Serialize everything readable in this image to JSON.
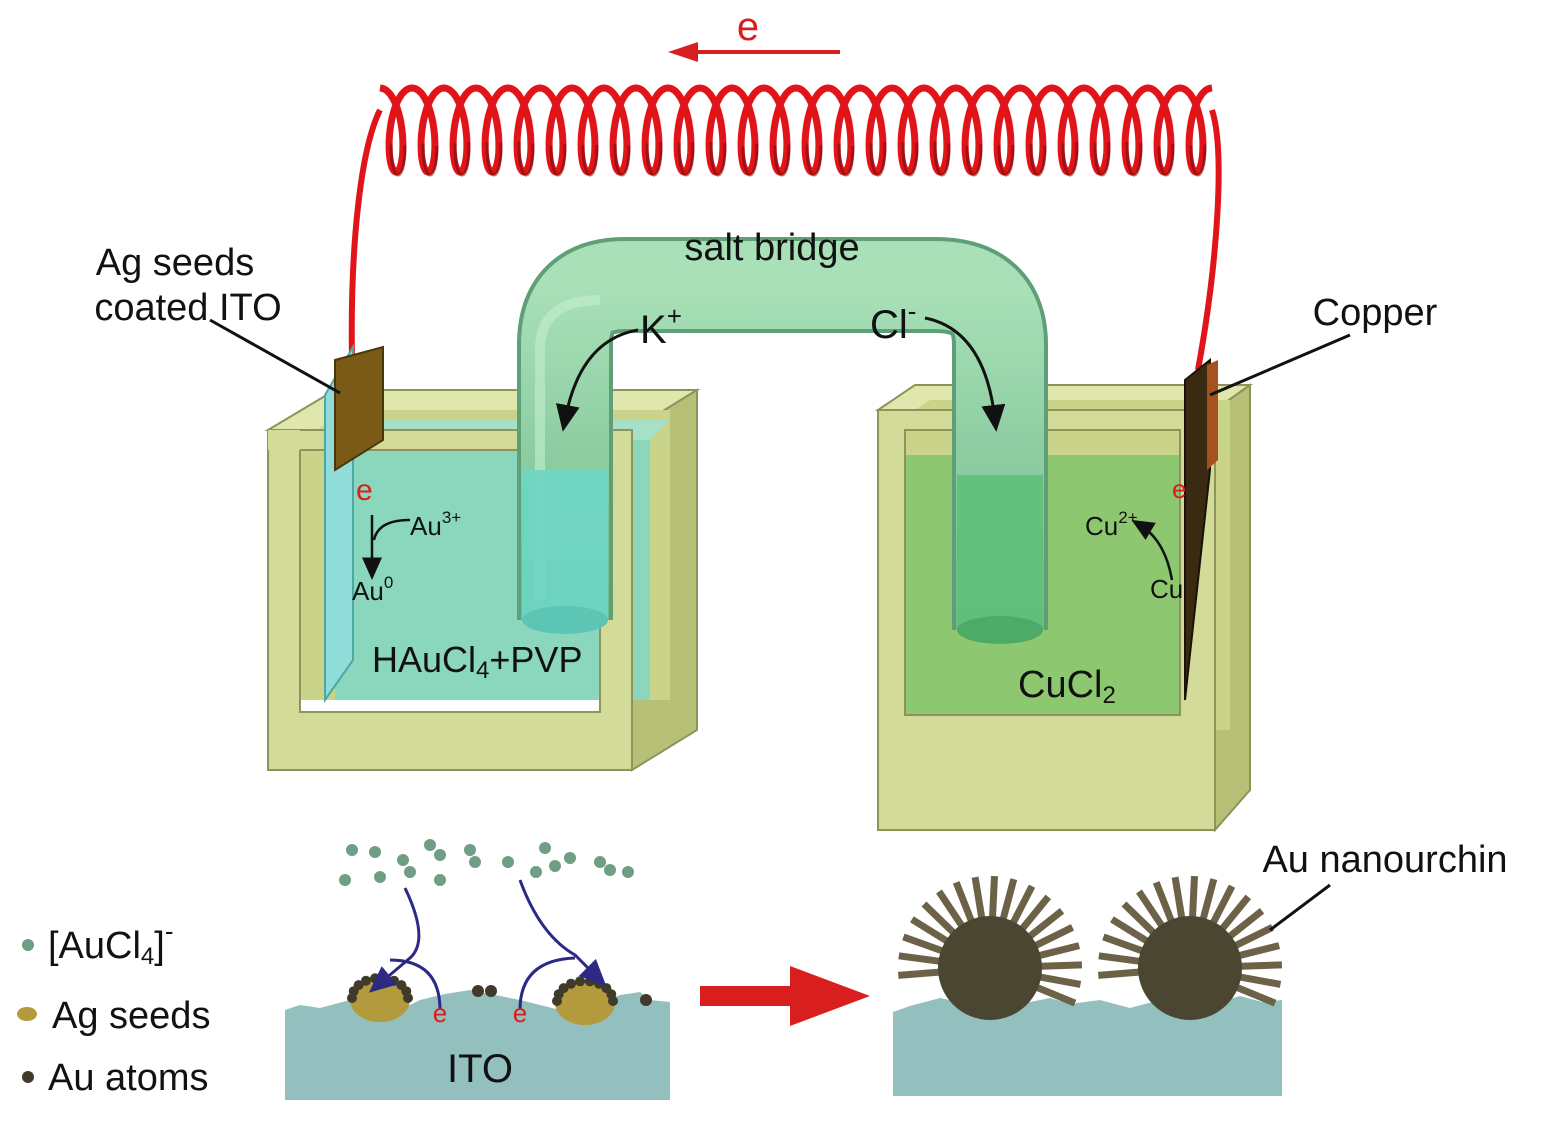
{
  "electron_flow": {
    "label": "e"
  },
  "salt_bridge": {
    "label": "salt bridge",
    "cation": "K",
    "cation_charge": "+",
    "anion": "Cl",
    "anion_charge": "-"
  },
  "left_cell": {
    "electrode_label_line1": "Ag seeds",
    "electrode_label_line2": "coated ITO",
    "electron": "e",
    "ion": "Au",
    "ion_charge": "3+",
    "product": "Au",
    "product_sup": "0",
    "solution_main": "HAuCl",
    "solution_sub": "4",
    "solution_tail": "+PVP"
  },
  "right_cell": {
    "electrode_label": "Copper",
    "electron": "e",
    "ion": "Cu",
    "ion_charge": "2+",
    "metal": "Cu",
    "solution_main": "CuCl",
    "solution_sub": "2"
  },
  "legend": {
    "items": [
      {
        "pre": "[AuCl",
        "sub": "4",
        "post": "]",
        "sup": "-",
        "color": "#6f9e84"
      },
      {
        "pre": "Ag seeds",
        "sub": "",
        "post": "",
        "sup": "",
        "color": "#b39a3c"
      },
      {
        "pre": "Au atoms",
        "sub": "",
        "post": "",
        "sup": "",
        "color": "#3f3a2a"
      }
    ]
  },
  "bottom": {
    "substrate_label": "ITO",
    "electron_left": "e",
    "electron_right": "e",
    "product_label": "Au nanourchin"
  },
  "colors": {
    "wire": "#e1141a",
    "container": "#d2dc98",
    "left_solution": "#7fd7c5",
    "right_solution": "#82c46a",
    "bridge": "#8fcfa4",
    "ito": "#93bfbe",
    "urchin": "#4a4632",
    "process_arrow": "#d81e1e"
  }
}
